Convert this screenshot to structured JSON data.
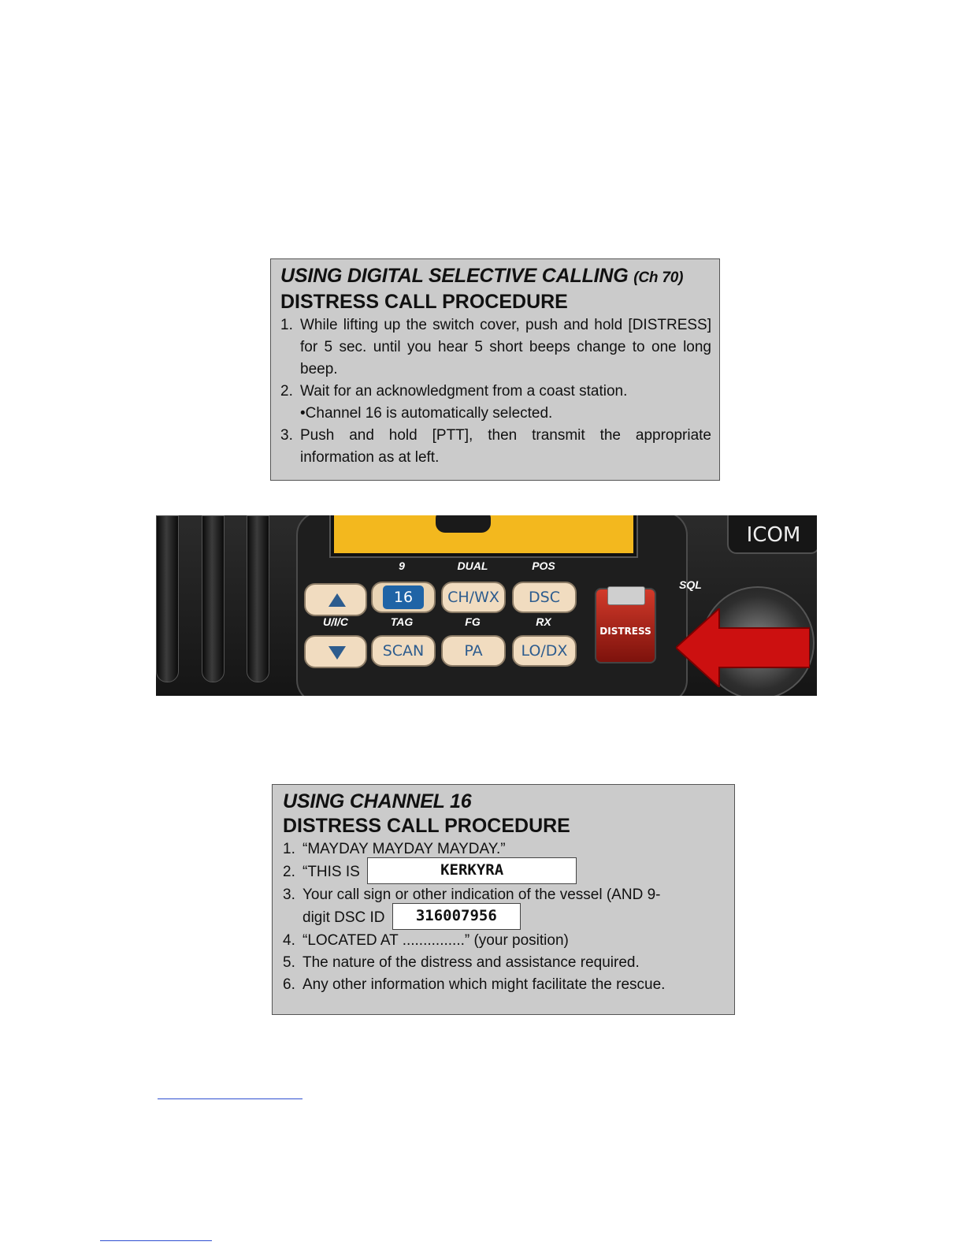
{
  "dsc_card": {
    "title": "USING DIGITAL SELECTIVE CALLING",
    "title_suffix": "(Ch 70)",
    "subtitle": "DISTRESS CALL PROCEDURE",
    "steps": [
      {
        "num": "1.",
        "text": "While lifting up the switch cover, push and hold [DISTRESS] for 5 sec. until you hear 5 short beeps change to one long beep."
      },
      {
        "num": "2.",
        "text": "Wait for an acknowledgment from a coast station."
      },
      {
        "num": "3.",
        "text": "Push and hold [PTT], then transmit the appropriate information as at left."
      }
    ],
    "bullet": "•Channel 16 is automatically selected."
  },
  "radio": {
    "brand": "ICOM",
    "sql_label": "SQL",
    "top_labels": [
      "9",
      "DUAL",
      "POS"
    ],
    "mid_labels": [
      "U/I/C",
      "TAG",
      "FG",
      "RX"
    ],
    "top_keys": [
      "16",
      "CH/WX",
      "DSC"
    ],
    "bottom_keys": [
      "SCAN",
      "PA",
      "LO/DX"
    ],
    "distress_label": "DISTRESS",
    "icons": [
      "up-arrow-icon",
      "down-arrow-icon",
      "red-arrow-icon"
    ],
    "colors": {
      "lcd": "#f3b81e",
      "key": "#f1dcc0",
      "distress": "#c0281c",
      "arrow": "#cc1010"
    }
  },
  "ch16_card": {
    "title": "USING CHANNEL 16",
    "subtitle": "DISTRESS CALL PROCEDURE",
    "step1_num": "1.",
    "step1": "“MAYDAY MAYDAY MAYDAY.”",
    "step2_num": "2.",
    "step2_prefix": "“THIS IS",
    "vessel_name": "KERKYRA",
    "step3_num": "3.",
    "step3_line1": "Your call sign or other indication of the vessel (AND 9-",
    "step3_prefix": "digit DSC ID",
    "dsc_id": "316007956",
    "step4_num": "4.",
    "step4": "“LOCATED AT ...............” (your position)",
    "step5_num": "5.",
    "step5": "The nature of the distress and assistance required.",
    "step6_num": "6.",
    "step6": "Any other information which might facilitate the rescue."
  }
}
